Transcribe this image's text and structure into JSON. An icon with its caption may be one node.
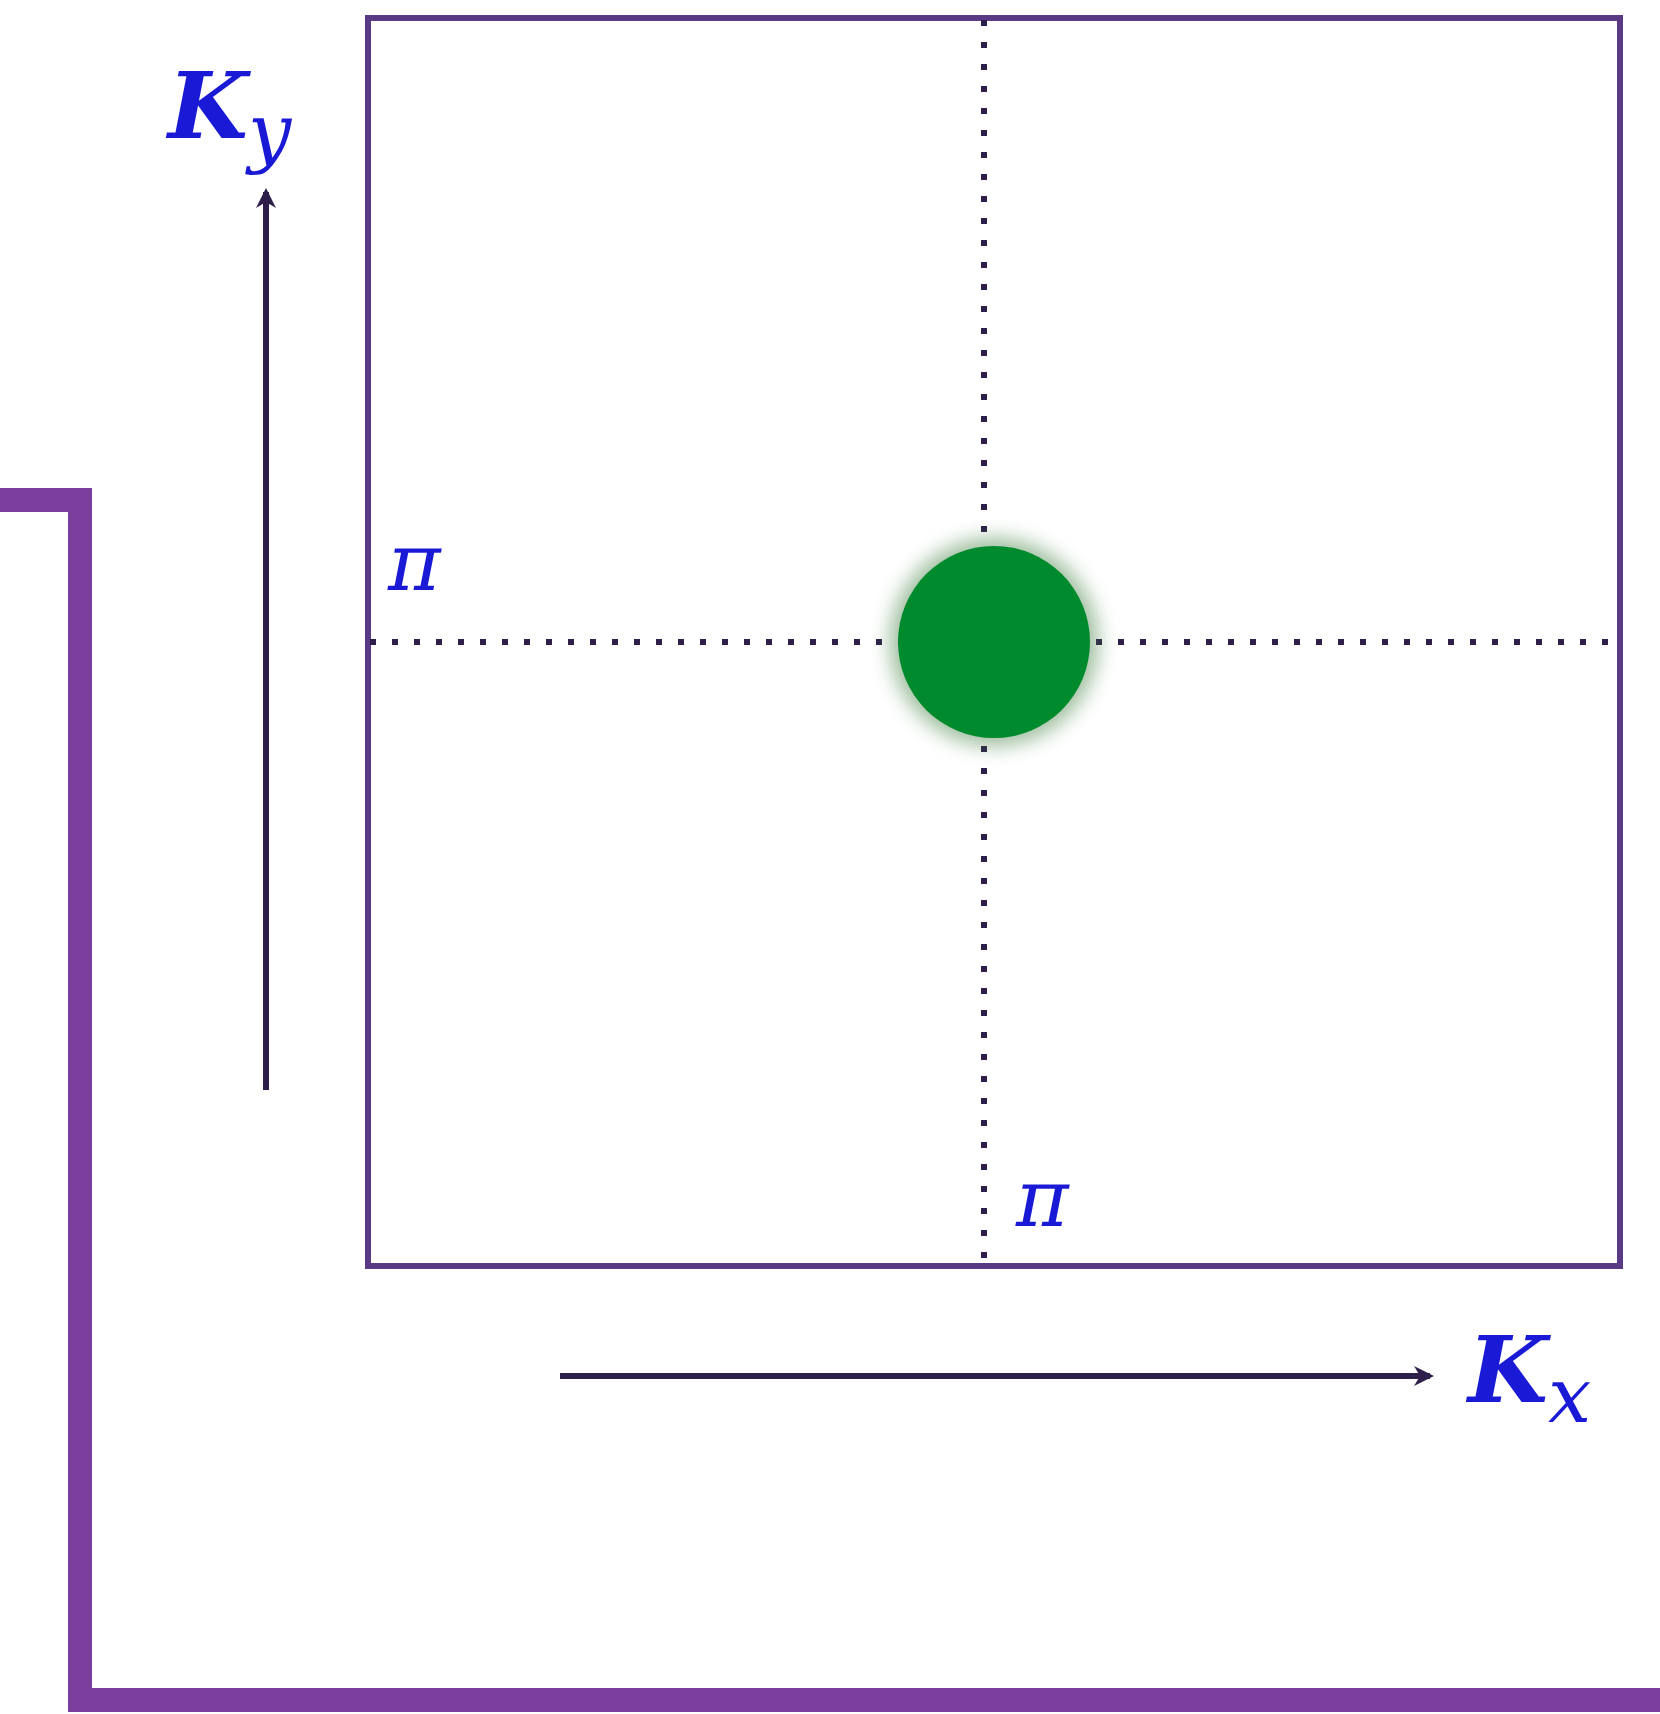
{
  "diagram": {
    "labels": [
      "**K**$_{y}$",
      "π",
      "π",
      "**K**$_{x}$"
    ]
  }
}
